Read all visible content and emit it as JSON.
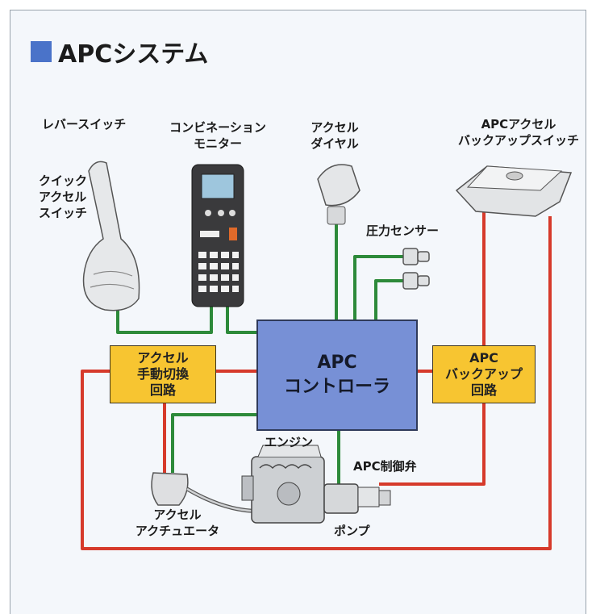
{
  "title": "APCシステム",
  "colors": {
    "signal_line": "#2d8a3a",
    "power_line": "#d63a2b",
    "controller": "#7790d6",
    "circuit_box": "#f7c531",
    "title_square": "#4a73c9"
  },
  "components": {
    "lever_switch": "レバースイッチ",
    "quick_accel_switch": "クイック\nアクセル\nスイッチ",
    "combination_monitor": "コンビネーション\nモニター",
    "accel_dial": "アクセル\nダイヤル",
    "backup_switch": "APCアクセル\nバックアップスイッチ",
    "pressure_sensor": "圧力センサー",
    "engine": "エンジン",
    "apc_valve": "APC制御弁",
    "accel_actuator": "アクセル\nアクチュエータ",
    "pump": "ポンプ"
  },
  "boxes": {
    "manual_switch": "アクセル\n手動切換\n回路",
    "controller": "APC\nコントローラ",
    "backup_circuit": "APC\nバックアップ\n回路"
  }
}
